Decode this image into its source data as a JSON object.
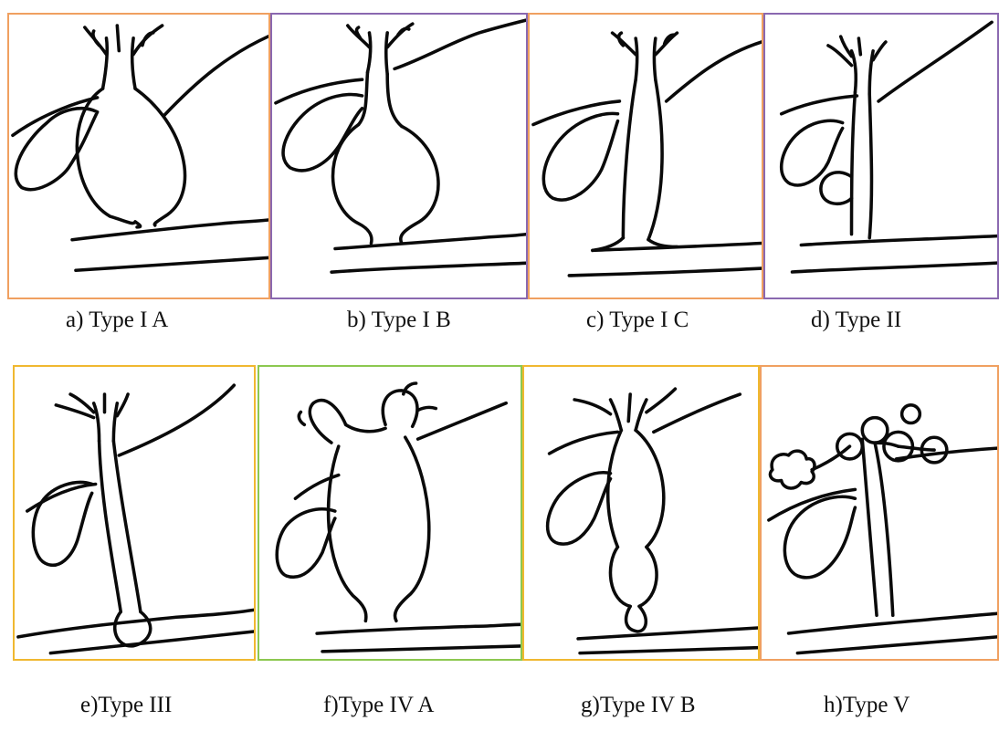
{
  "panel_border_colors": {
    "orange": "#f0a060",
    "purple": "#8a68b0",
    "gold": "#f0b830",
    "green": "#8cc850"
  },
  "panels": [
    {
      "id": "a",
      "caption": "a) Type I A",
      "border": "orange",
      "icon": "cyst-type-1a"
    },
    {
      "id": "b",
      "caption": "b)  Type I B",
      "border": "purple",
      "icon": "cyst-type-1b"
    },
    {
      "id": "c",
      "caption": "c)  Type I C",
      "border": "orange",
      "icon": "cyst-type-1c"
    },
    {
      "id": "d",
      "caption": "d)  Type II",
      "border": "purple",
      "icon": "cyst-type-2"
    },
    {
      "id": "e",
      "caption": "e)Type III",
      "border": "gold",
      "icon": "cyst-type-3"
    },
    {
      "id": "f",
      "caption": "f)Type IV A",
      "border": "green",
      "icon": "cyst-type-4a"
    },
    {
      "id": "g",
      "caption": "g)Type IV B",
      "border": "gold",
      "icon": "cyst-type-4b"
    },
    {
      "id": "h",
      "caption": "h)Type V",
      "border": "orange",
      "icon": "cyst-type-5"
    }
  ]
}
